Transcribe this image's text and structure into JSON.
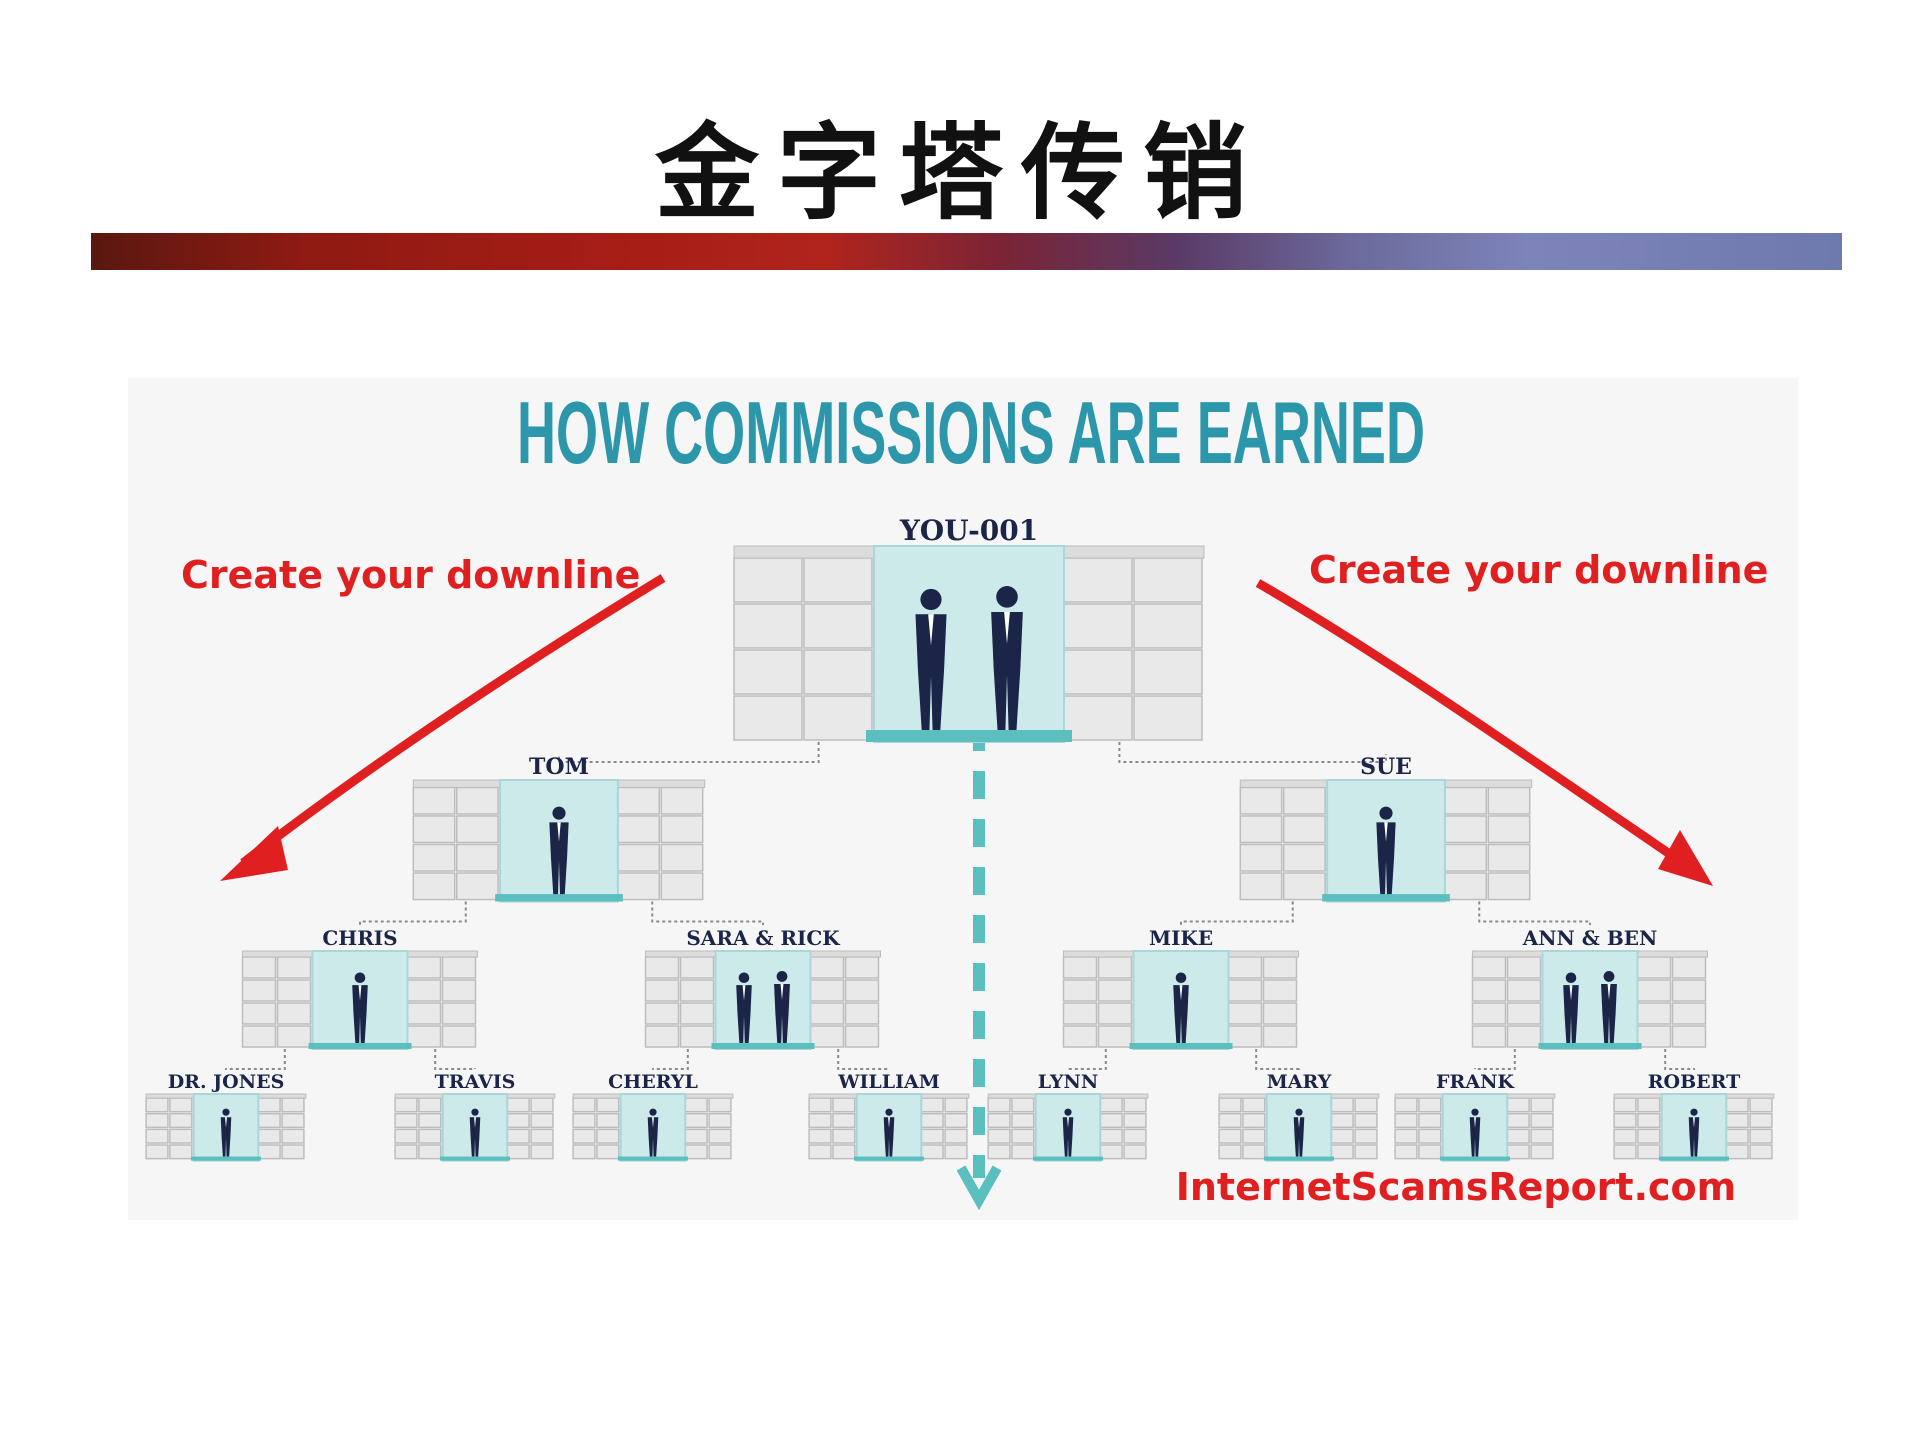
{
  "slide": {
    "title": "金字塔传销"
  },
  "diagram": {
    "heading": "HOW COMMISSIONS ARE EARNED",
    "left_arrow_label": "Create your downline",
    "right_arrow_label": "Create your downline",
    "watermark": "InternetScamsReport.com",
    "colors": {
      "heading": "#2c97ab",
      "arrows": "#e02020",
      "teal": "#5bbfc0",
      "silhouette": "#1a2547",
      "node_name": "#1a2547"
    },
    "nodes": [
      {
        "id": "you",
        "name": "YOU-001",
        "level": 0,
        "people": 2
      },
      {
        "id": "tom",
        "name": "TOM",
        "level": 1,
        "people": 1,
        "parent": "you"
      },
      {
        "id": "sue",
        "name": "SUE",
        "level": 1,
        "people": 1,
        "parent": "you"
      },
      {
        "id": "chris",
        "name": "CHRIS",
        "level": 2,
        "people": 1,
        "parent": "tom"
      },
      {
        "id": "sararick",
        "name": "SARA & RICK",
        "level": 2,
        "people": 2,
        "parent": "tom"
      },
      {
        "id": "mike",
        "name": "MIKE",
        "level": 2,
        "people": 1,
        "parent": "sue"
      },
      {
        "id": "annben",
        "name": "ANN & BEN",
        "level": 2,
        "people": 2,
        "parent": "sue"
      },
      {
        "id": "drjones",
        "name": "DR. JONES",
        "level": 3,
        "people": 1,
        "parent": "chris"
      },
      {
        "id": "travis",
        "name": "TRAVIS",
        "level": 3,
        "people": 1,
        "parent": "chris"
      },
      {
        "id": "cheryl",
        "name": "CHERYL",
        "level": 3,
        "people": 1,
        "parent": "sararick"
      },
      {
        "id": "william",
        "name": "WILLIAM",
        "level": 3,
        "people": 1,
        "parent": "sararick"
      },
      {
        "id": "lynn",
        "name": "LYNN",
        "level": 3,
        "people": 1,
        "parent": "mike"
      },
      {
        "id": "mary",
        "name": "MARY",
        "level": 3,
        "people": 1,
        "parent": "mike"
      },
      {
        "id": "frank",
        "name": "FRANK",
        "level": 3,
        "people": 1,
        "parent": "annben"
      },
      {
        "id": "robert",
        "name": "ROBERT",
        "level": 3,
        "people": 1,
        "parent": "annben"
      }
    ]
  }
}
